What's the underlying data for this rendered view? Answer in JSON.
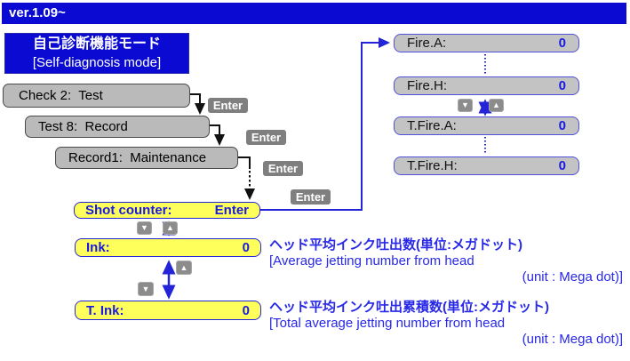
{
  "version_bar": {
    "label": "ver.1.09~"
  },
  "title": {
    "jp": "自己診断機能モード",
    "en": "[Self-diagnosis mode]"
  },
  "menu": {
    "items": [
      {
        "label": "Check 2:  Test"
      },
      {
        "label": "Test 8:  Record"
      },
      {
        "label": "Record1:  Maintenance"
      }
    ]
  },
  "enter_badges": [
    "Enter",
    "Enter",
    "Enter",
    "Enter"
  ],
  "counter_boxes": {
    "shot": {
      "label": "Shot counter:",
      "value": "Enter"
    },
    "ink": {
      "label": "Ink:",
      "value": "0"
    },
    "t_ink": {
      "label": "T. Ink:",
      "value": "0"
    }
  },
  "fire_boxes": [
    {
      "label": "Fire.A:",
      "value": "0"
    },
    {
      "label": "Fire.H:",
      "value": "0"
    },
    {
      "label": "T.Fire.A:",
      "value": "0"
    },
    {
      "label": "T.Fire.H:",
      "value": "0"
    }
  ],
  "annotations": {
    "ink": {
      "jp": "ヘッド平均インク吐出数(単位:メガドット)",
      "en1": "[Average jetting number from head",
      "en2": "(unit : Mega dot)]"
    },
    "t_ink": {
      "jp": "ヘッド平均インク吐出累積数(単位:メガドット)",
      "en1": "[Total average jetting number from head",
      "en2": "(unit : Mega dot)]"
    }
  },
  "icons": {
    "up_arrow": "▲",
    "down_arrow": "▼"
  },
  "colors": {
    "header_blue": "#0a0ad2",
    "yellow_box": "#ffff5c",
    "menu_gray": "#bababa",
    "fire_gray": "#c3c3c3",
    "badge_gray": "#7f7f7f",
    "wire_blue": "#2323d8",
    "text_blue": "#1a1ae0"
  }
}
